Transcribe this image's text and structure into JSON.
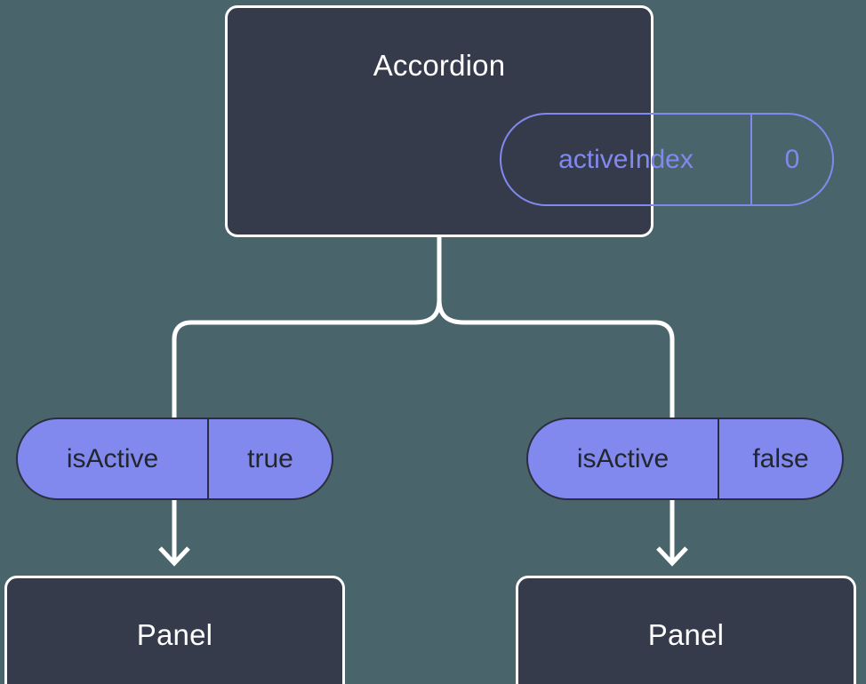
{
  "diagram": {
    "type": "component-tree",
    "background_color": "#4a646c",
    "node_fill_color": "#353b4a",
    "node_border_color": "#ffffff",
    "accent_color": "#8289ee",
    "connector_color": "#ffffff"
  },
  "root": {
    "title": "Accordion",
    "state": {
      "key": "activeIndex",
      "value": "0"
    }
  },
  "branches": [
    {
      "prop": {
        "key": "isActive",
        "value": "true"
      },
      "child": {
        "title": "Panel"
      }
    },
    {
      "prop": {
        "key": "isActive",
        "value": "false"
      },
      "child": {
        "title": "Panel"
      }
    }
  ]
}
